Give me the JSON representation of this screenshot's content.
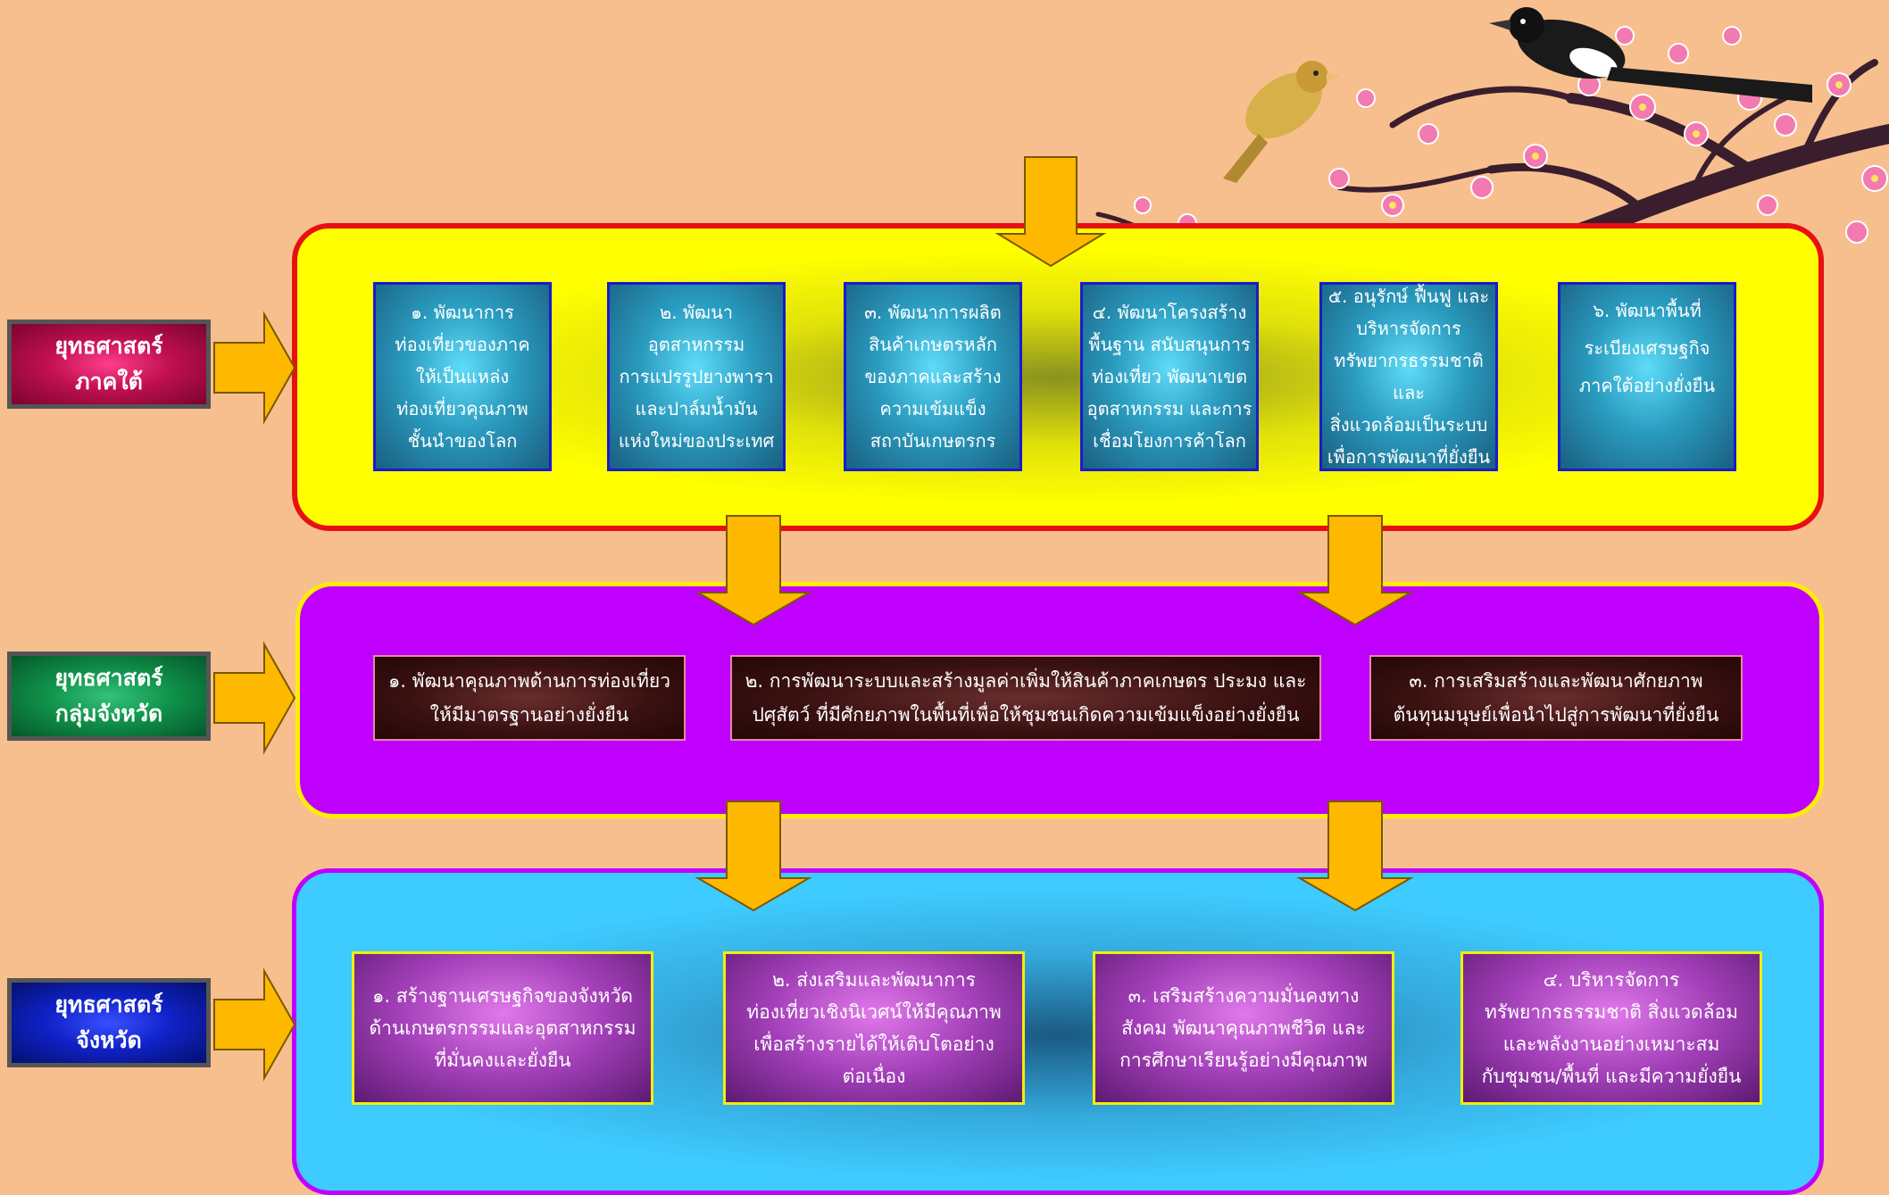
{
  "colors": {
    "background": "#F8BF8E",
    "arrow": "#FFB800",
    "panel_region": "#FFFF00",
    "panel_cluster": "#C000FF",
    "panel_province": "#3ECBFF"
  },
  "labels": {
    "region": "ยุทธศาสตร์\nภาคใต้",
    "cluster": "ยุทธศาสตร์\nกลุ่มจังหวัด",
    "province": "ยุทธศาสตร์\nจังหวัด"
  },
  "region_strategies": [
    "๑. พัฒนาการ\nท่องเที่ยวของภาค\nให้เป็นแหล่ง\nท่องเที่ยวคุณภาพ\nชั้นนำของโลก",
    "๒. พัฒนา\nอุตสาหกรรม\nการแปรรูปยางพารา\nและปาล์มน้ำมัน\nแห่งใหม่ของประเทศ",
    "๓. พัฒนาการผลิต\nสินค้าเกษตรหลัก\nของภาคและสร้าง\nความเข้มแข็ง\nสถาบันเกษตรกร",
    "๔. พัฒนาโครงสร้าง\nพื้นฐาน สนับสนุนการ\nท่องเที่ยว พัฒนาเขต\nอุตสาหกรรม และการ\nเชื่อมโยงการค้าโลก",
    "๕. อนุรักษ์ ฟื้นฟู และ\nบริหารจัดการ\nทรัพยากรธรรมชาติและ\nสิ่งแวดล้อมเป็นระบบ\nเพื่อการพัฒนาที่ยั่งยืน",
    "๖. พัฒนาพื้นที่\nระเบียงเศรษฐกิจ\nภาคใต้อย่างยั่งยืน"
  ],
  "cluster_strategies": [
    "๑. พัฒนาคุณภาพด้านการท่องเที่ยว\nให้มีมาตรฐานอย่างยั่งยืน",
    "๒. การพัฒนาระบบและสร้างมูลค่าเพิ่มให้สินค้าภาคเกษตร ประมง และ\nปศุสัตว์ ที่มีศักยภาพในพื้นที่เพื่อให้ชุมชนเกิดความเข้มแข็งอย่างยั่งยืน",
    "๓. การเสริมสร้างและพัฒนาศักยภาพ\nต้นทุนมนุษย์เพื่อนำไปสู่การพัฒนาที่ยั่งยืน"
  ],
  "province_strategies": [
    "๑. สร้างฐานเศรษฐกิจของจังหวัด\nด้านเกษตรกรรมและอุตสาหกรรม\nที่มั่นคงและยั่งยืน",
    "๒. ส่งเสริมและพัฒนาการ\nท่องเที่ยวเชิงนิเวศน์ให้มีคุณภาพ\nเพื่อสร้างรายได้ให้เติบโตอย่าง\nต่อเนื่อง",
    "๓. เสริมสร้างความมั่นคงทาง\nสังคม พัฒนาคุณภาพชีวิต และ\nการศึกษาเรียนรู้อย่างมีคุณภาพ",
    "๔. บริหารจัดการ\nทรัพยากรธรรมชาติ สิ่งแวดล้อม\nและพลังงานอย่างเหมาะสม\nกับชุมชน/พื้นที่  และมีความยั่งยืน"
  ]
}
